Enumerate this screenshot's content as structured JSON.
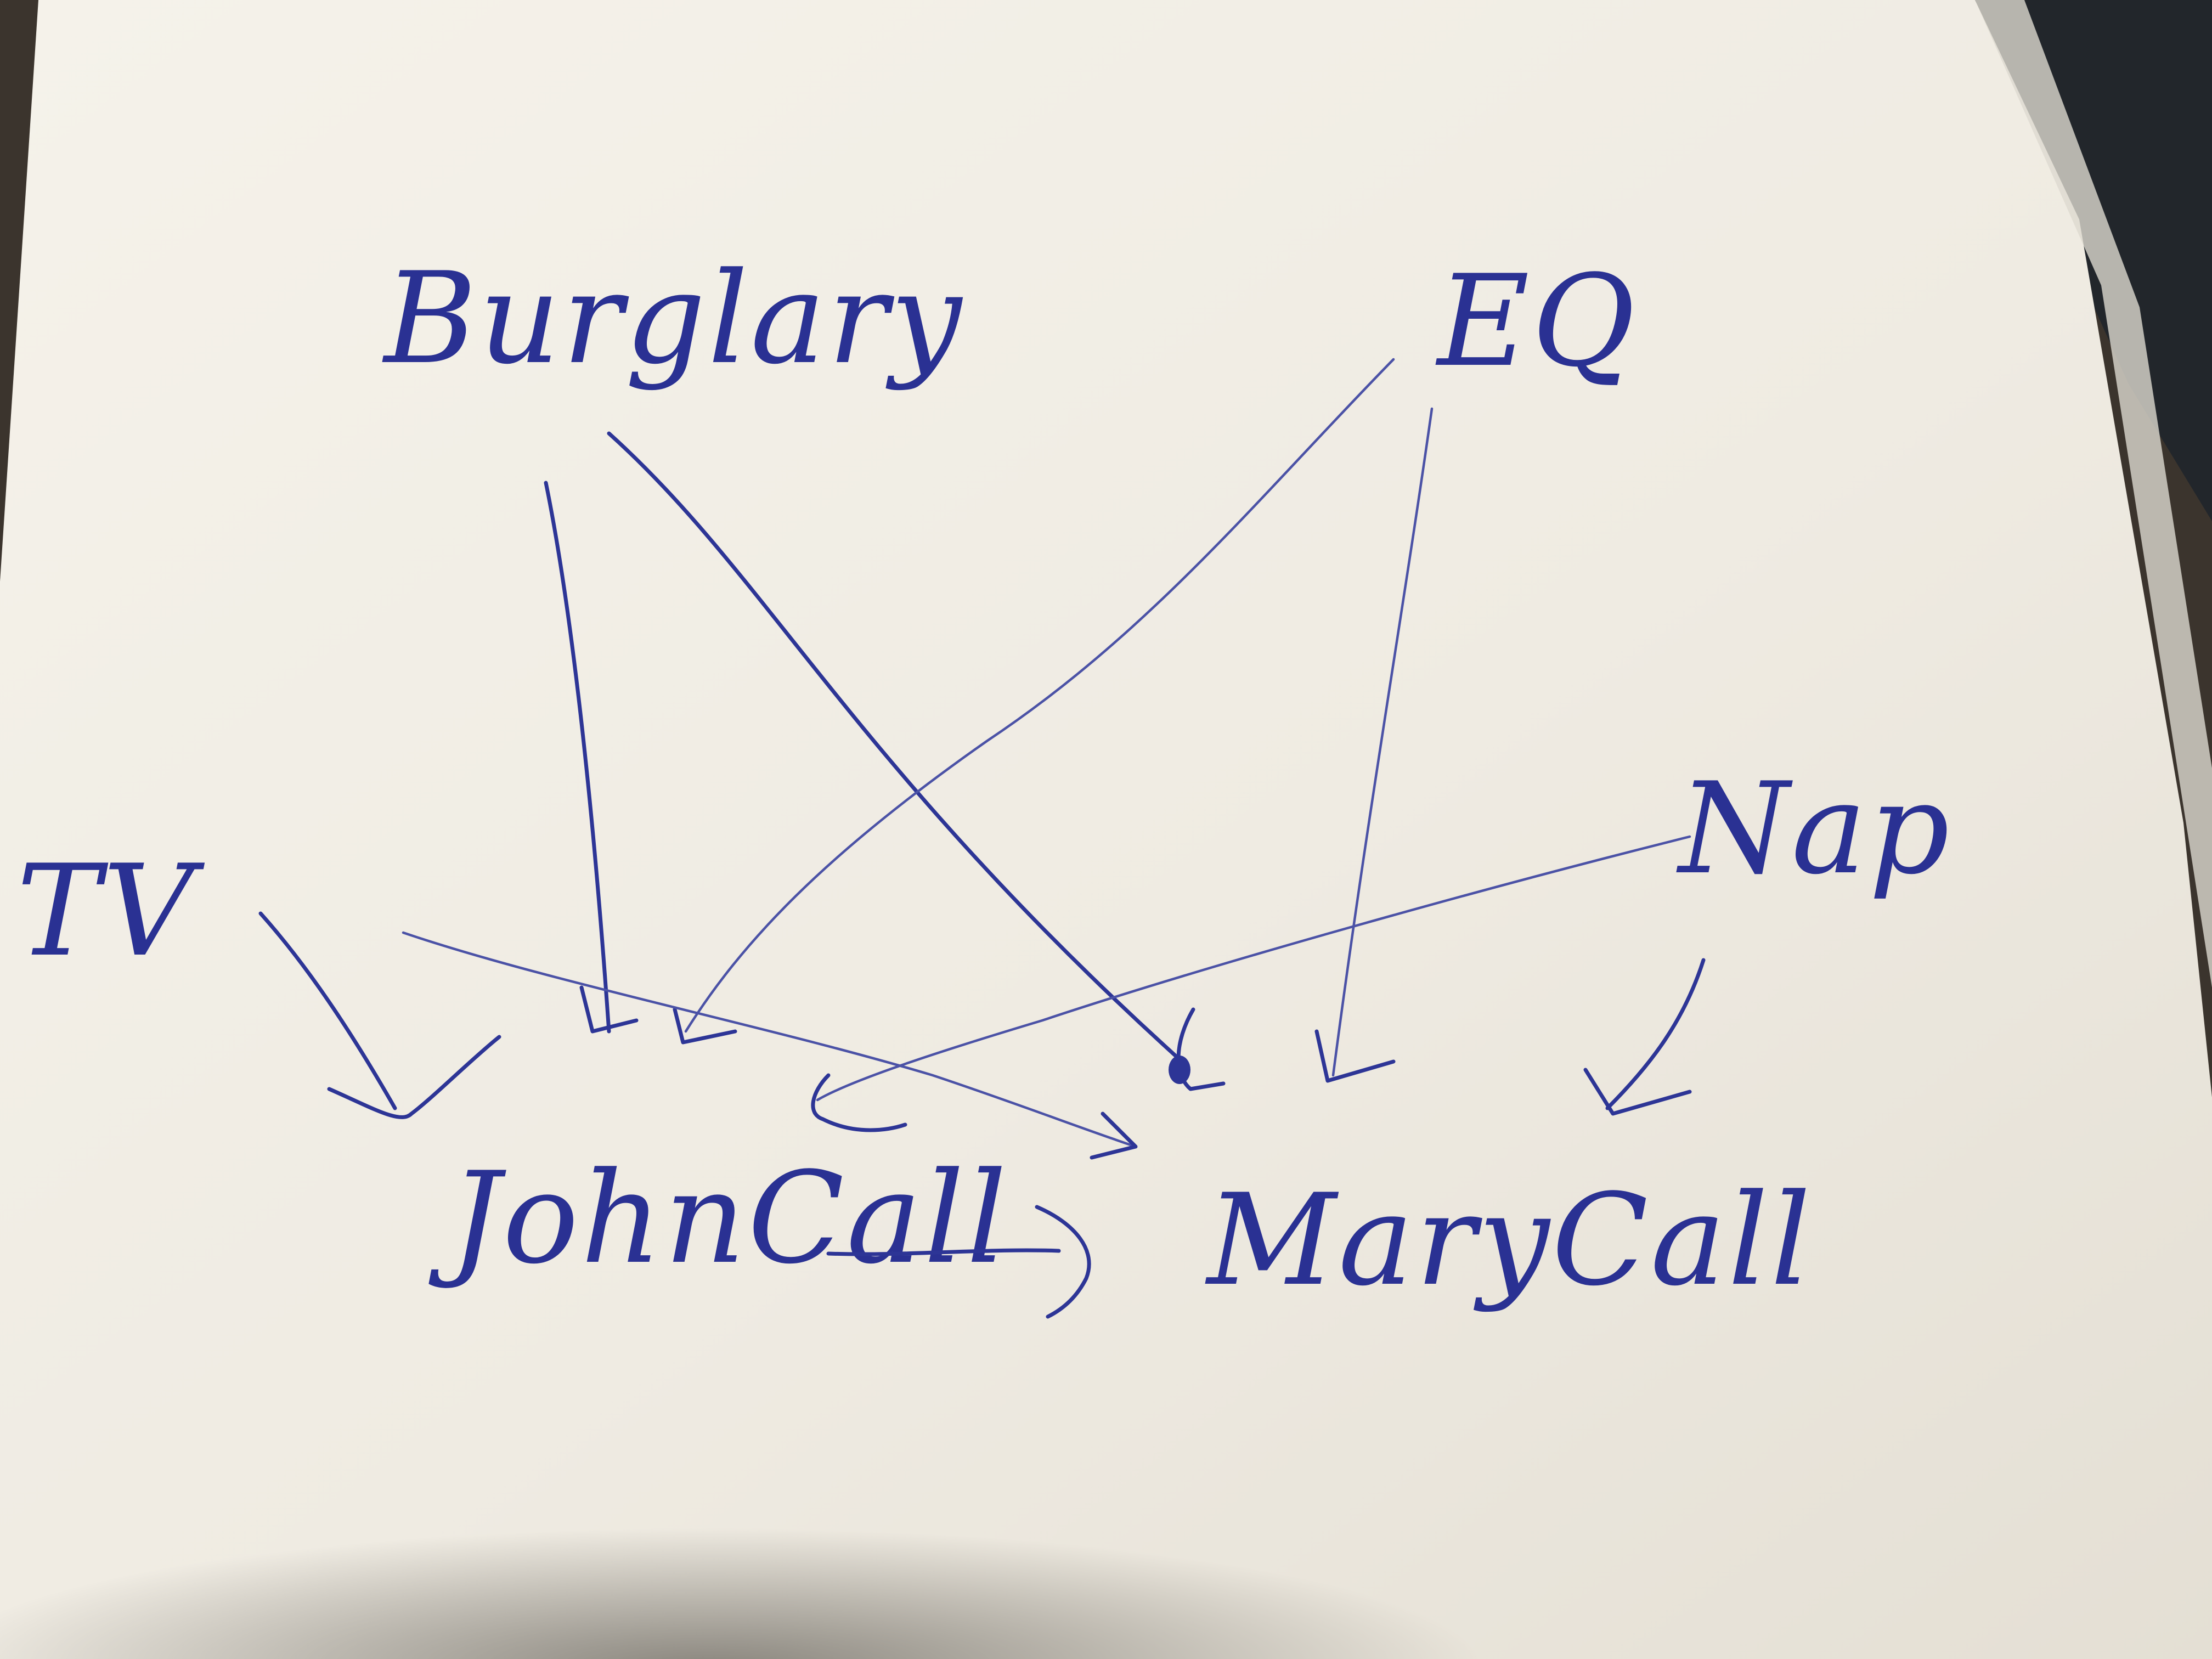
{
  "diagram": {
    "nodes": [
      {
        "id": "burglary",
        "label": "Burglary"
      },
      {
        "id": "eq",
        "label": "EQ"
      },
      {
        "id": "tv",
        "label": "TV"
      },
      {
        "id": "nap",
        "label": "Nap"
      },
      {
        "id": "johncall",
        "label": "JohnCall"
      },
      {
        "id": "marycall",
        "label": "MaryCall"
      }
    ],
    "edges": [
      {
        "from": "burglary",
        "to": "johncall"
      },
      {
        "from": "burglary",
        "to": "marycall"
      },
      {
        "from": "eq",
        "to": "johncall"
      },
      {
        "from": "eq",
        "to": "marycall"
      },
      {
        "from": "tv",
        "to": "johncall"
      },
      {
        "from": "tv",
        "to": "marycall"
      },
      {
        "from": "nap",
        "to": "marycall"
      },
      {
        "from": "nap",
        "to": "johncall"
      },
      {
        "from": "johncall",
        "to": "marycall"
      }
    ]
  },
  "colors": {
    "ink": "#2d3596",
    "paper": "#f3efe6",
    "background": "#2f2a26"
  }
}
